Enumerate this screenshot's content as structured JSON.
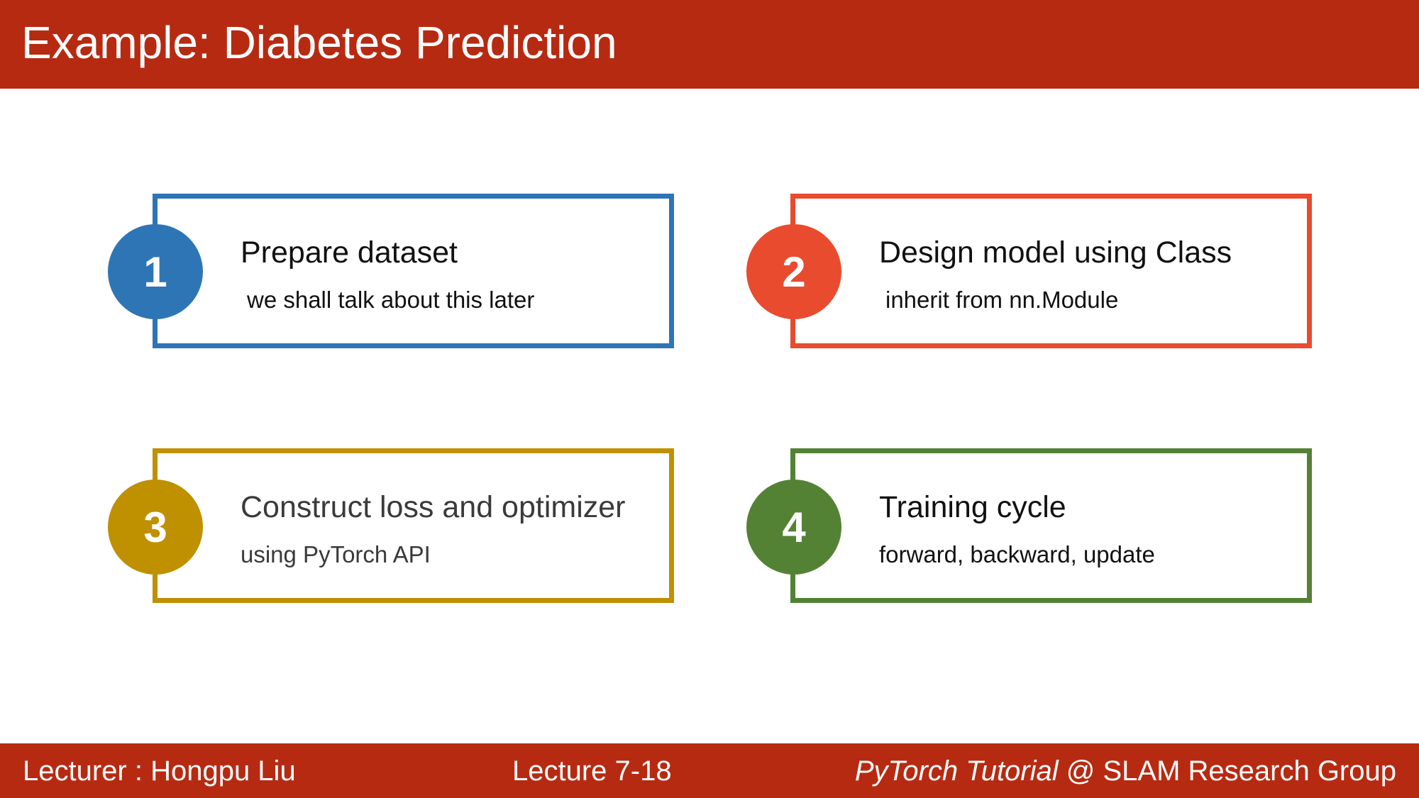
{
  "header": {
    "title": "Example: Diabetes Prediction"
  },
  "steps": [
    {
      "number": "1",
      "title": "Prepare dataset",
      "subtitle": "we shall talk about this later",
      "color": "#2e75b6"
    },
    {
      "number": "2",
      "title": "Design model using Class",
      "subtitle": "inherit from nn.Module",
      "color": "#e94b2f"
    },
    {
      "number": "3",
      "title": "Construct loss and optimizer",
      "subtitle": "using PyTorch API",
      "color": "#bf9000"
    },
    {
      "number": "4",
      "title": "Training cycle",
      "subtitle": "forward, backward, update",
      "color": "#548235"
    }
  ],
  "footer": {
    "lecturer": "Lecturer : Hongpu Liu",
    "lecture": "Lecture 7-18",
    "course": "PyTorch Tutorial",
    "group": " @ SLAM Research Group"
  },
  "colors": {
    "header_bg": "#b72a12",
    "footer_bg": "#b72a12"
  }
}
